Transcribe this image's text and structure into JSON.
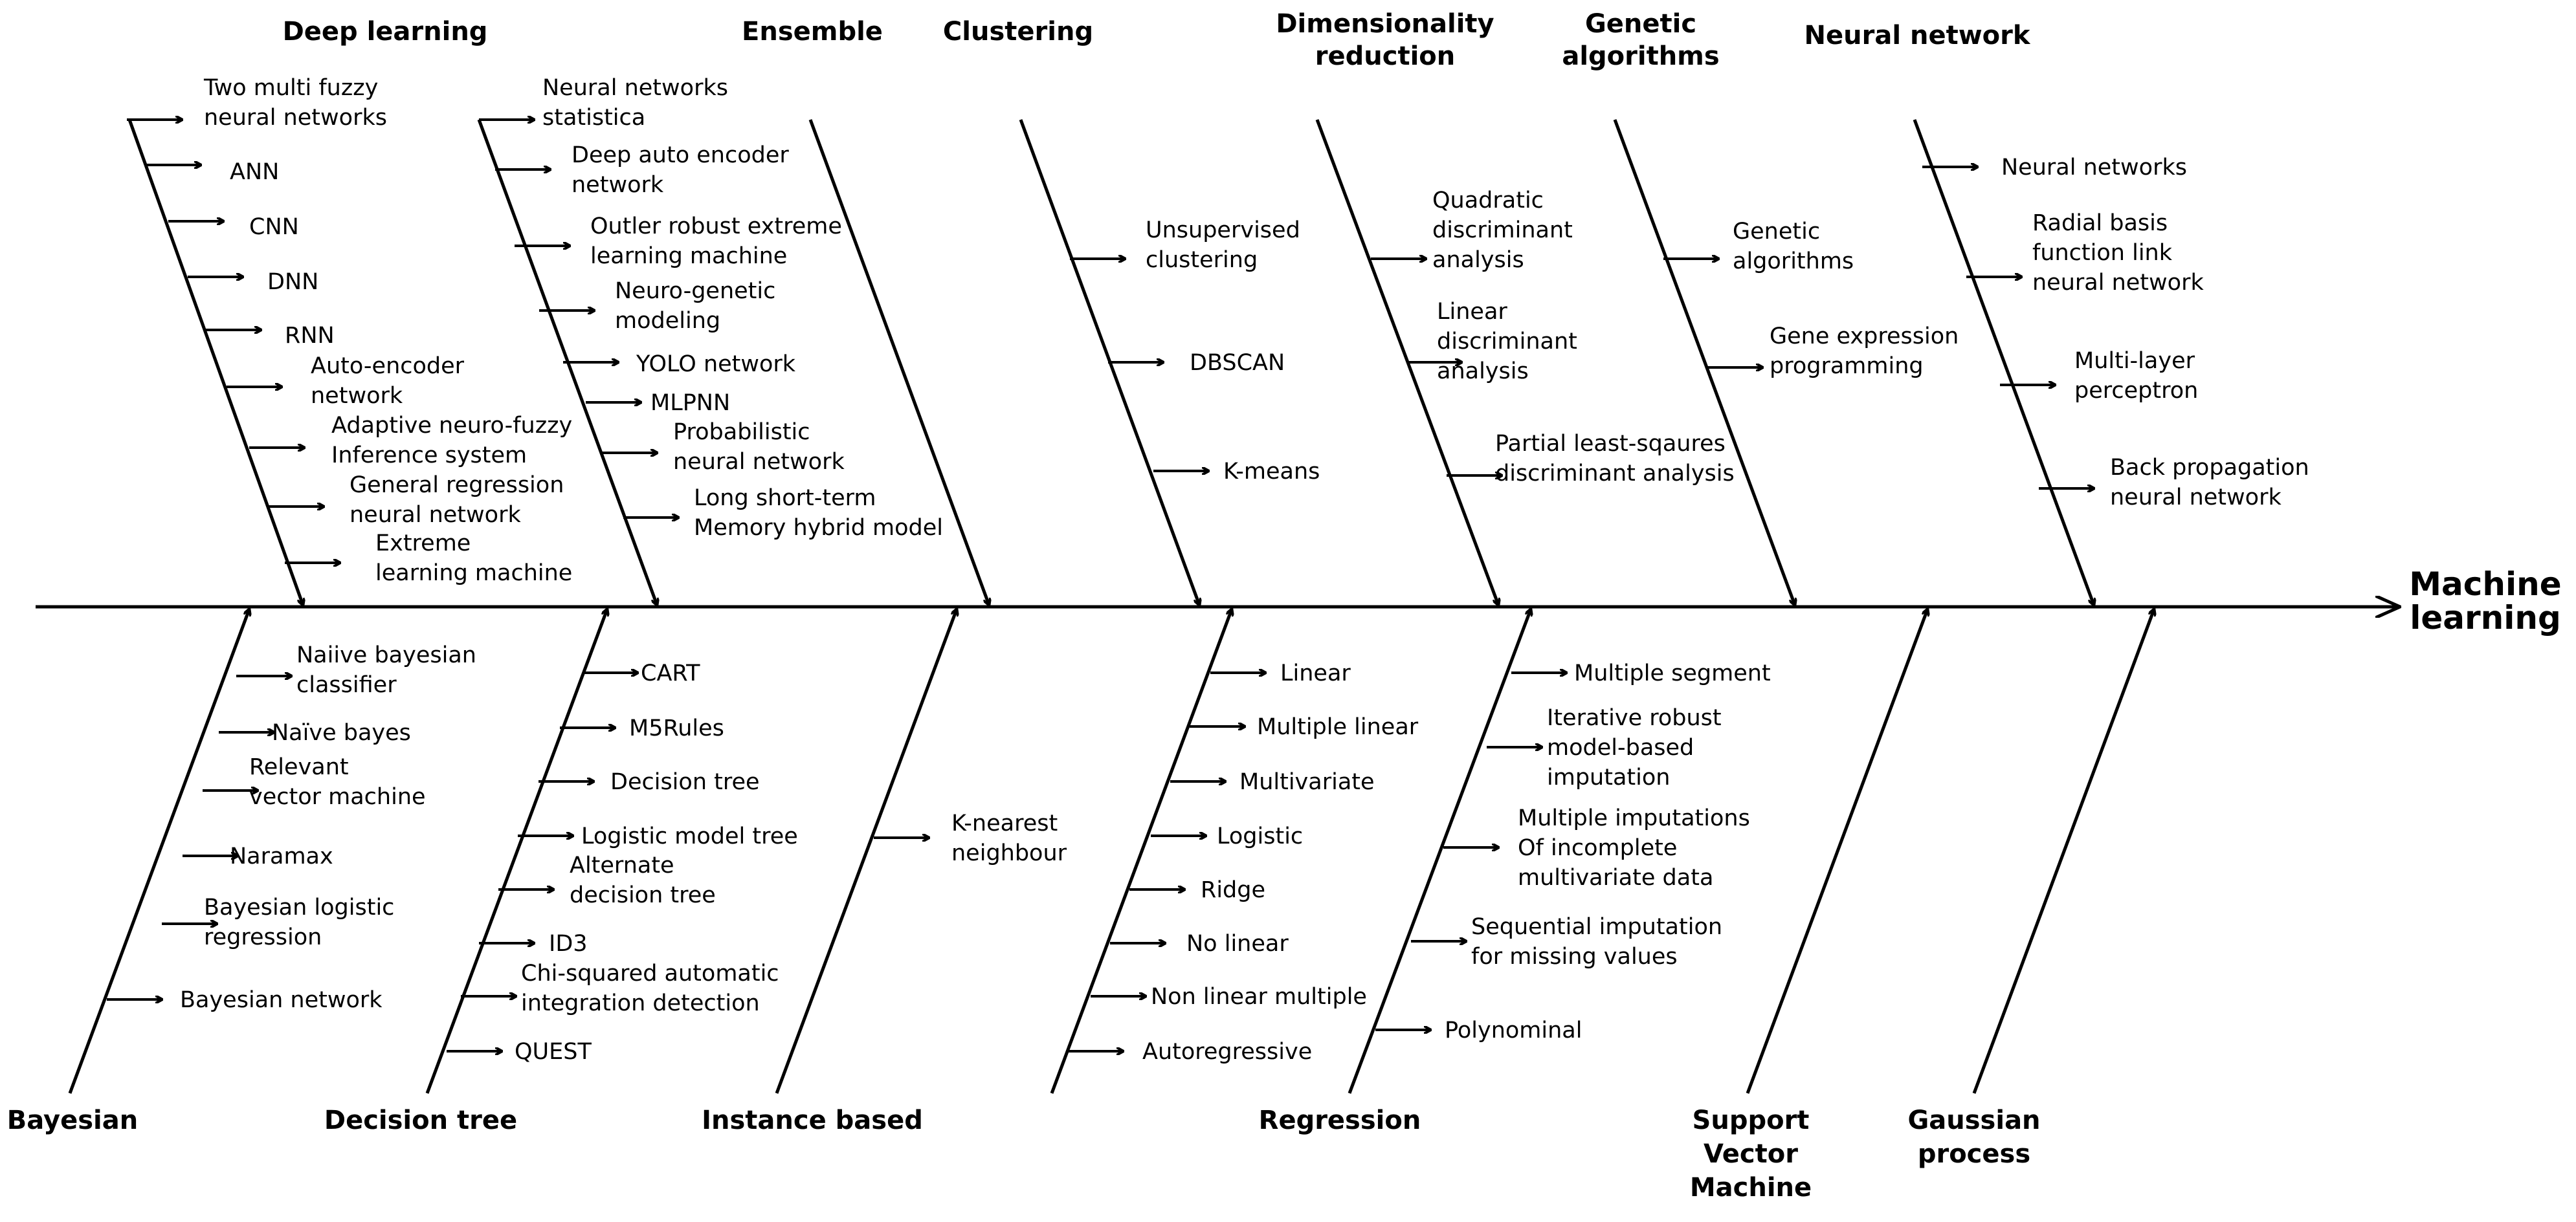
{
  "effect": [
    "Machine",
    "learning"
  ],
  "top_categories": [
    {
      "title": [
        "Deep learning"
      ],
      "items": [
        [
          "Two multi fuzzy",
          "neural networks"
        ],
        [
          "ANN"
        ],
        [
          "CNN"
        ],
        [
          "DNN"
        ],
        [
          "RNN"
        ],
        [
          "Auto-encoder",
          "network"
        ],
        [
          "Adaptive neuro-fuzzy",
          "Inference system"
        ],
        [
          "General regression",
          "neural network"
        ],
        [
          "Extreme",
          "learning machine"
        ]
      ]
    },
    {
      "title": [
        "Ensemble"
      ],
      "items": [
        [
          "Neural networks",
          "statistica"
        ],
        [
          "Deep auto encoder",
          "network"
        ],
        [
          "Outler robust extreme",
          "learning machine"
        ],
        [
          "Neuro-genetic",
          "modeling"
        ],
        [
          "YOLO network"
        ],
        [
          "MLPNN"
        ],
        [
          "Probabilistic",
          "neural network"
        ],
        [
          "Long short-term",
          "Memory hybrid model"
        ]
      ]
    },
    {
      "title": [
        "Clustering"
      ],
      "items": [
        [
          "Unsupervised",
          "clustering"
        ],
        [
          "DBSCAN"
        ],
        [
          "K-means"
        ]
      ]
    },
    {
      "title": [
        "Dimensionality",
        "reduction"
      ],
      "items": [
        [
          "Quadratic",
          "discriminant",
          "analysis"
        ],
        [
          "Linear",
          "discriminant",
          "analysis"
        ],
        [
          "Partial least-sqaures",
          "discriminant analysis"
        ]
      ]
    },
    {
      "title": [
        "Genetic",
        "algorithms"
      ],
      "items": [
        [
          "Genetic",
          "algorithms"
        ],
        [
          "Gene expression",
          "programming"
        ]
      ]
    },
    {
      "title": [
        "Neural network"
      ],
      "items": [
        [
          "Neural networks"
        ],
        [
          "Radial basis",
          "function link",
          "neural network"
        ],
        [
          "Multi-layer",
          "perceptron"
        ],
        [
          "Back propagation",
          "neural network"
        ]
      ]
    }
  ],
  "bottom_categories": [
    {
      "title": [
        "Bayesian"
      ],
      "items": [
        [
          "Naiive bayesian",
          "classifier"
        ],
        [
          "Naïve bayes"
        ],
        [
          "Relevant",
          "vector machine"
        ],
        [
          "Naramax"
        ],
        [
          "Bayesian logistic",
          "regression"
        ],
        [
          "Bayesian network"
        ]
      ]
    },
    {
      "title": [
        "Decision tree"
      ],
      "items": [
        [
          "CART"
        ],
        [
          "M5Rules"
        ],
        [
          "Decision tree"
        ],
        [
          "Logistic model tree"
        ],
        [
          "Alternate",
          "decision tree"
        ],
        [
          "ID3"
        ],
        [
          "Chi-squared automatic",
          "integration detection"
        ],
        [
          "QUEST"
        ]
      ]
    },
    {
      "title": [
        "Instance based"
      ],
      "items": [
        [
          "K-nearest",
          "neighbour"
        ]
      ]
    },
    {
      "title": [
        "Regression"
      ],
      "items": [
        [
          "Linear"
        ],
        [
          "Multiple linear"
        ],
        [
          "Multivariate"
        ],
        [
          "Logistic"
        ],
        [
          "Ridge"
        ],
        [
          "No linear"
        ],
        [
          "Non linear multiple"
        ],
        [
          "Autoregressive"
        ]
      ]
    },
    {
      "title": [
        "Regression"
      ],
      "items": [
        [
          "Multiple segment"
        ],
        [
          "Iterative robust",
          "model-based",
          "imputation"
        ],
        [
          "Multiple imputations",
          "Of incomplete",
          "multivariate data"
        ],
        [
          "Sequential imputation",
          "for missing values"
        ],
        [
          "Polynominal"
        ]
      ]
    },
    {
      "title": [
        "Support",
        "Vector",
        "Machine"
      ],
      "items": []
    },
    {
      "title": [
        "Gaussian",
        "process"
      ],
      "items": []
    }
  ]
}
